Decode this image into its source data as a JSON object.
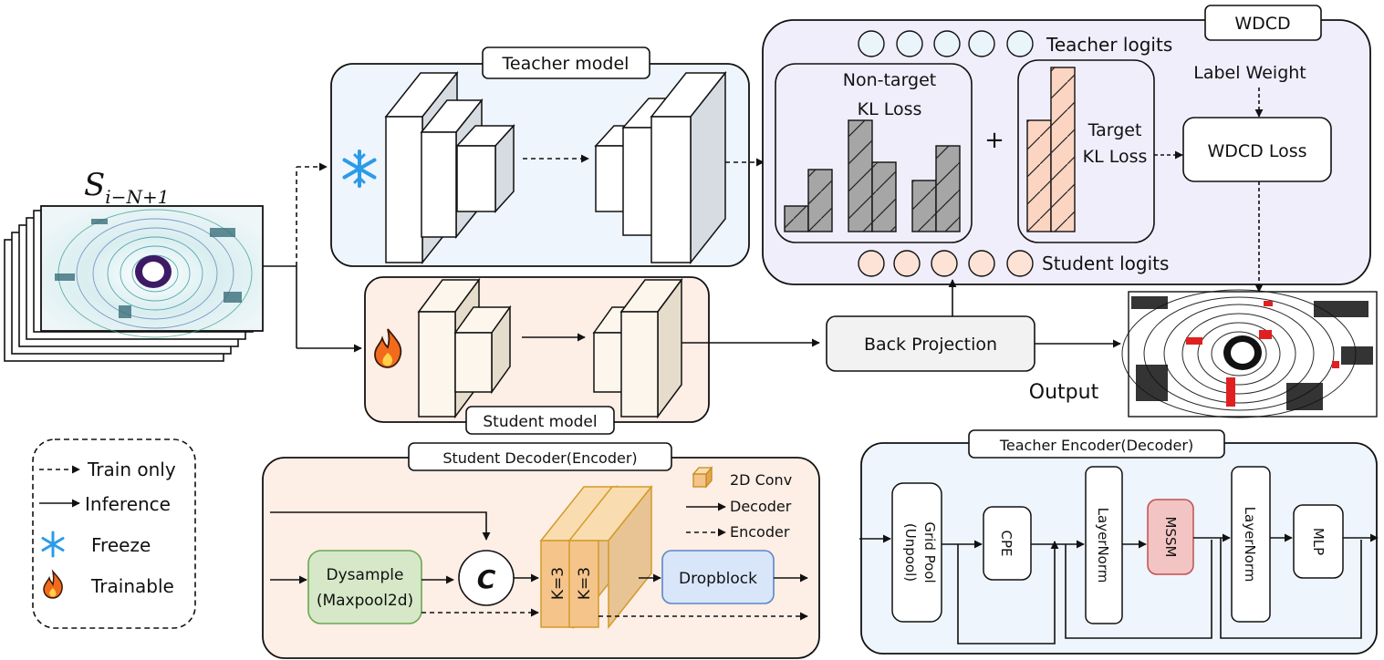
{
  "sequence_label": {
    "base": "S",
    "subscript": "i−N+1"
  },
  "teacher_model": {
    "title": "Teacher model"
  },
  "student_model": {
    "title": "Student model"
  },
  "wdcd": {
    "title": "WDCD",
    "teacher_logits": "Teacher logits",
    "student_logits": "Student logits",
    "nontarget_line1": "Non-target",
    "nontarget_line2": "KL Loss",
    "plus": "+",
    "target_line1": "Target",
    "target_line2": "KL Loss",
    "label_weight": "Label Weight",
    "loss": "WDCD Loss"
  },
  "back_projection": "Back Projection",
  "output": "Output",
  "legend": {
    "train_only": "Train only",
    "inference": "Inference",
    "freeze": "Freeze",
    "trainable": "Trainable"
  },
  "student_decoder": {
    "title": "Student Decoder(Encoder)",
    "conv_legend": "2D Conv",
    "decoder_legend": "Decoder",
    "encoder_legend": "Encoder",
    "dysample_line1": "Dysample",
    "dysample_line2": "(Maxpool2d)",
    "concat": "C",
    "k1": "K=3",
    "k2": "K=3",
    "dropblock": "Dropblock"
  },
  "teacher_encoder": {
    "title": "Teacher Encoder(Decoder)",
    "gridpool_line1": "Grid Pool",
    "gridpool_line2": "(Unpool)",
    "cpe": "CPE",
    "layernorm1": "LayerNorm",
    "mssm": "MSSM",
    "layernorm2": "LayerNorm",
    "mlp": "MLP"
  },
  "colors": {
    "teacher_bg": "#eef5fc",
    "student_bg": "#fdeee6",
    "wdcd_bg": "#f1eefc",
    "decoder_bg": "#fdeee6",
    "encoder_bg": "#eef5fc",
    "dysample": "#d6e8c8",
    "dropblock": "#d9e6fa",
    "mssm": "#f3c4c4",
    "conv": "#f5c48a",
    "target_bar": "#fbd5c2",
    "nontarget_bar": "#a6a6a6",
    "teacher_circle": "#eaf4fb",
    "student_circle": "#fde3d6"
  },
  "icons": [
    "snowflake-icon",
    "fire-icon",
    "conv-cube-icon"
  ]
}
